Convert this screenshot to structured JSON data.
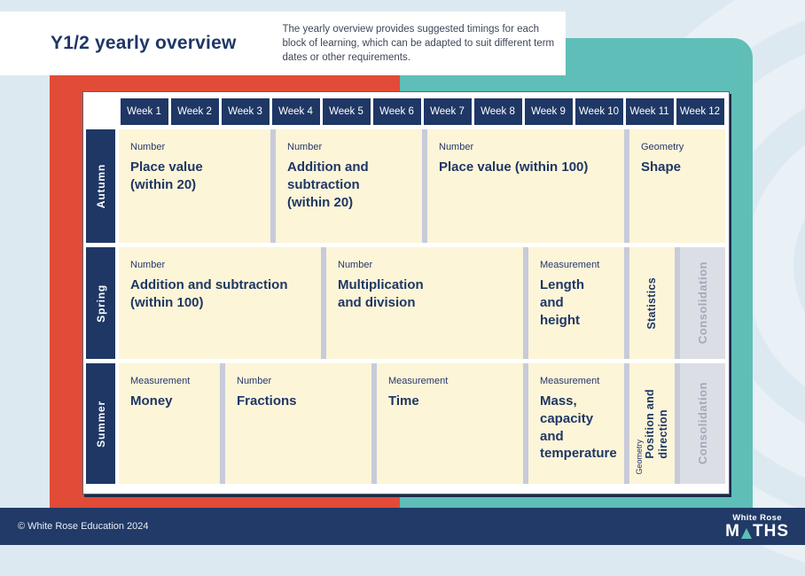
{
  "page": {
    "title": "Y1/2 yearly overview",
    "description": "The yearly overview provides suggested timings for each block of learning, which can be adapted to suit different term dates or other requirements."
  },
  "table": {
    "week_headers": [
      "Week 1",
      "Week 2",
      "Week 3",
      "Week 4",
      "Week 5",
      "Week 6",
      "Week 7",
      "Week 8",
      "Week 9",
      "Week 10",
      "Week 11",
      "Week 12"
    ],
    "rows": [
      {
        "season": "Autumn",
        "blocks": [
          {
            "category": "Number",
            "title": "Place value\n(within 20)",
            "weeks": 3,
            "variant": "normal"
          },
          {
            "category": "Number",
            "title": "Addition and\nsubtraction\n(within 20)",
            "weeks": 3,
            "variant": "normal"
          },
          {
            "category": "Number",
            "title": "Place value (within 100)",
            "weeks": 4,
            "variant": "normal"
          },
          {
            "category": "Geometry",
            "title": "Shape",
            "weeks": 2,
            "variant": "normal"
          }
        ]
      },
      {
        "season": "Spring",
        "blocks": [
          {
            "category": "Number",
            "title": "Addition and subtraction\n(within 100)",
            "weeks": 4,
            "variant": "normal"
          },
          {
            "category": "Number",
            "title": "Multiplication\nand division",
            "weeks": 4,
            "variant": "normal"
          },
          {
            "category": "Measurement",
            "title": "Length\nand\nheight",
            "weeks": 2,
            "variant": "normal"
          },
          {
            "category": "",
            "title": "Statistics",
            "weeks": 1,
            "variant": "vertical"
          },
          {
            "category": "",
            "title": "Consolidation",
            "weeks": 1,
            "variant": "consolidation"
          }
        ]
      },
      {
        "season": "Summer",
        "blocks": [
          {
            "category": "Measurement",
            "title": "Money",
            "weeks": 2,
            "variant": "normal"
          },
          {
            "category": "Number",
            "title": "Fractions",
            "weeks": 3,
            "variant": "normal"
          },
          {
            "category": "Measurement",
            "title": "Time",
            "weeks": 3,
            "variant": "normal"
          },
          {
            "category": "Measurement",
            "title": "Mass,\ncapacity\nand\ntemperature",
            "weeks": 2,
            "variant": "normal"
          },
          {
            "category": "Geometry",
            "title": "Position and\ndirection",
            "weeks": 1,
            "variant": "vertical"
          },
          {
            "category": "",
            "title": "Consolidation",
            "weeks": 1,
            "variant": "consolidation"
          }
        ]
      }
    ]
  },
  "footer": {
    "copyright": "© White Rose Education 2024",
    "logo_top": "White Rose",
    "logo_word_start": "M",
    "logo_word_end": "THS"
  },
  "colors": {
    "navy": "#1f3765",
    "orange": "#e14b38",
    "teal": "#5fbeb7",
    "cream": "#fcf5d8",
    "divider": "#c7cbda",
    "consolidation_bg": "#dbdee5",
    "consolidation_text": "#a3a9b7",
    "page_bg": "#dde9f1",
    "footer_bg": "#213a67"
  }
}
